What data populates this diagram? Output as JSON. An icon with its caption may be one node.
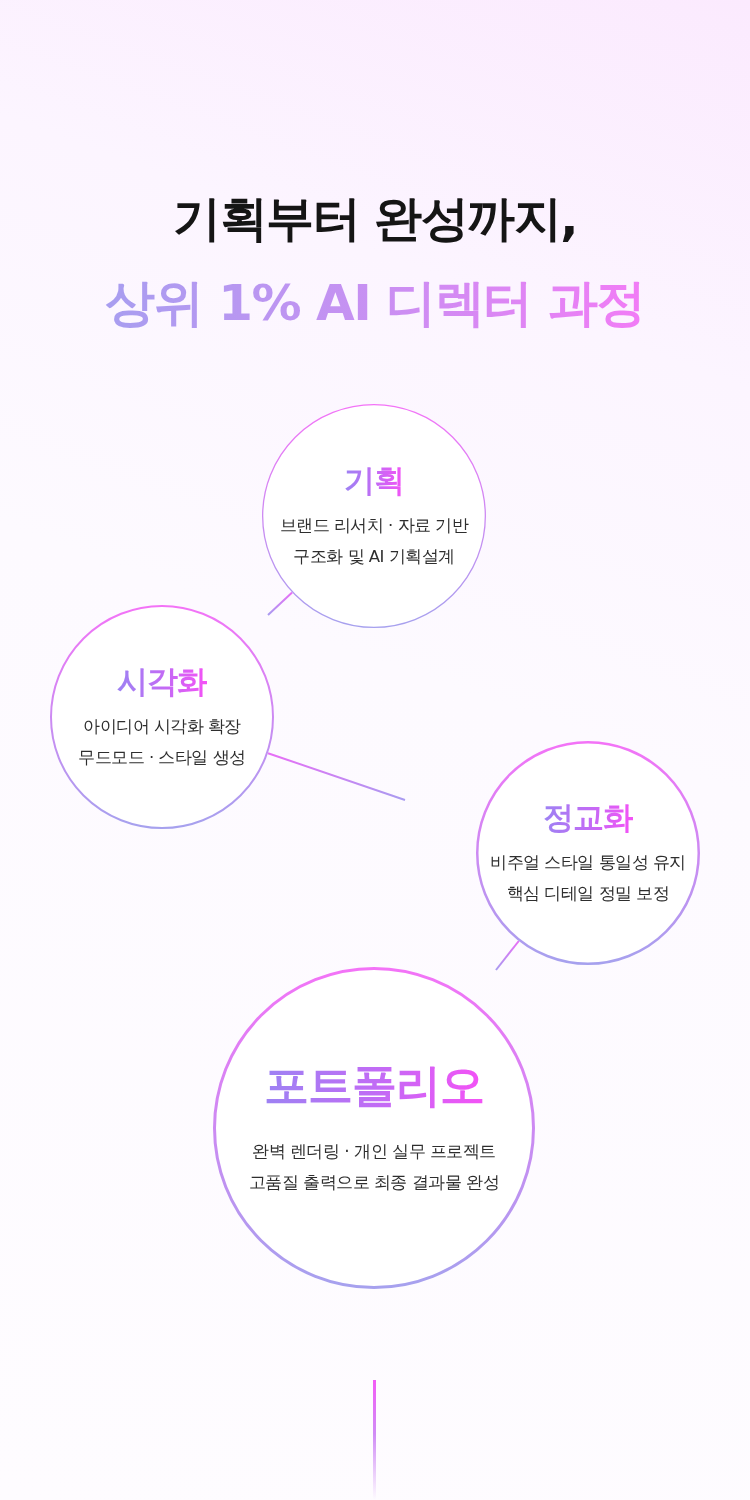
{
  "diagram": {
    "title": "기획부터 완성까지,",
    "nodes": [
      {
        "text": [
          "기획",
          "브랜드 리서치 · 자료 기반 구조화 및 AI 기획설계"
        ]
      },
      {
        "text": [
          "시각화",
          "아이디어 시각화 확장 무드모드 · 스타일 생성"
        ]
      },
      {
        "text": [
          "정교화",
          "비주얼 스타일 통일성 유지 핵심 디테일 정밀 보정"
        ]
      },
      {
        "text": [
          "포트폴리오",
          "완벽 렌더링 · 개인 실무 프로젝트 고품질 출력으로 최종 결과물 완성"
        ]
      }
    ],
    "edges": [
      {
        "from": 0,
        "to": null,
        "arrow": "none"
      },
      {
        "from": 1,
        "to": null,
        "arrow": "none"
      },
      {
        "from": 2,
        "to": null,
        "arrow": "none"
      }
    ],
    "labels": [
      "상위 1% AI 디렉터 과정"
    ]
  }
}
